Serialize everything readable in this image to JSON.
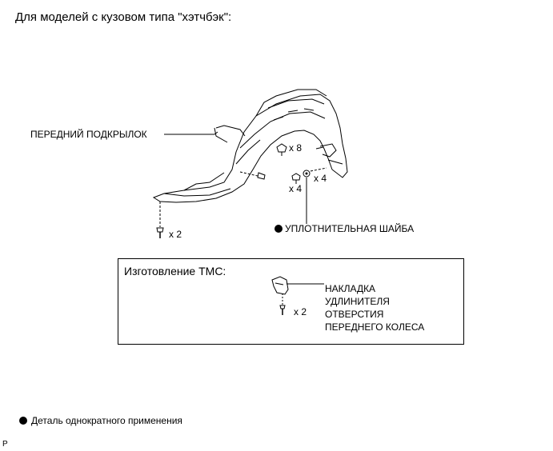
{
  "heading": "Для моделей с кузовом типа \"хэтчбэк\":",
  "labels": {
    "fender_liner": "ПЕРЕДНИЙ ПОДКРЫЛОК",
    "qty_x8": "x 8",
    "qty_x4_left": "x 4",
    "qty_x4_right": "x 4",
    "qty_x2_screw": "x 2",
    "washer": "УПЛОТНИТЕЛЬНАЯ ШАЙБА"
  },
  "tmc_box": {
    "title": "Изготовление TMC:",
    "part_lines": [
      "НАКЛАДКА",
      "УДЛИНИТЕЛЯ",
      "ОТВЕРСТИЯ",
      "ПЕРЕДНЕГО КОЛЕСА"
    ],
    "qty": "x 2"
  },
  "legend": "Деталь однократного применения",
  "corner_mark": "P"
}
